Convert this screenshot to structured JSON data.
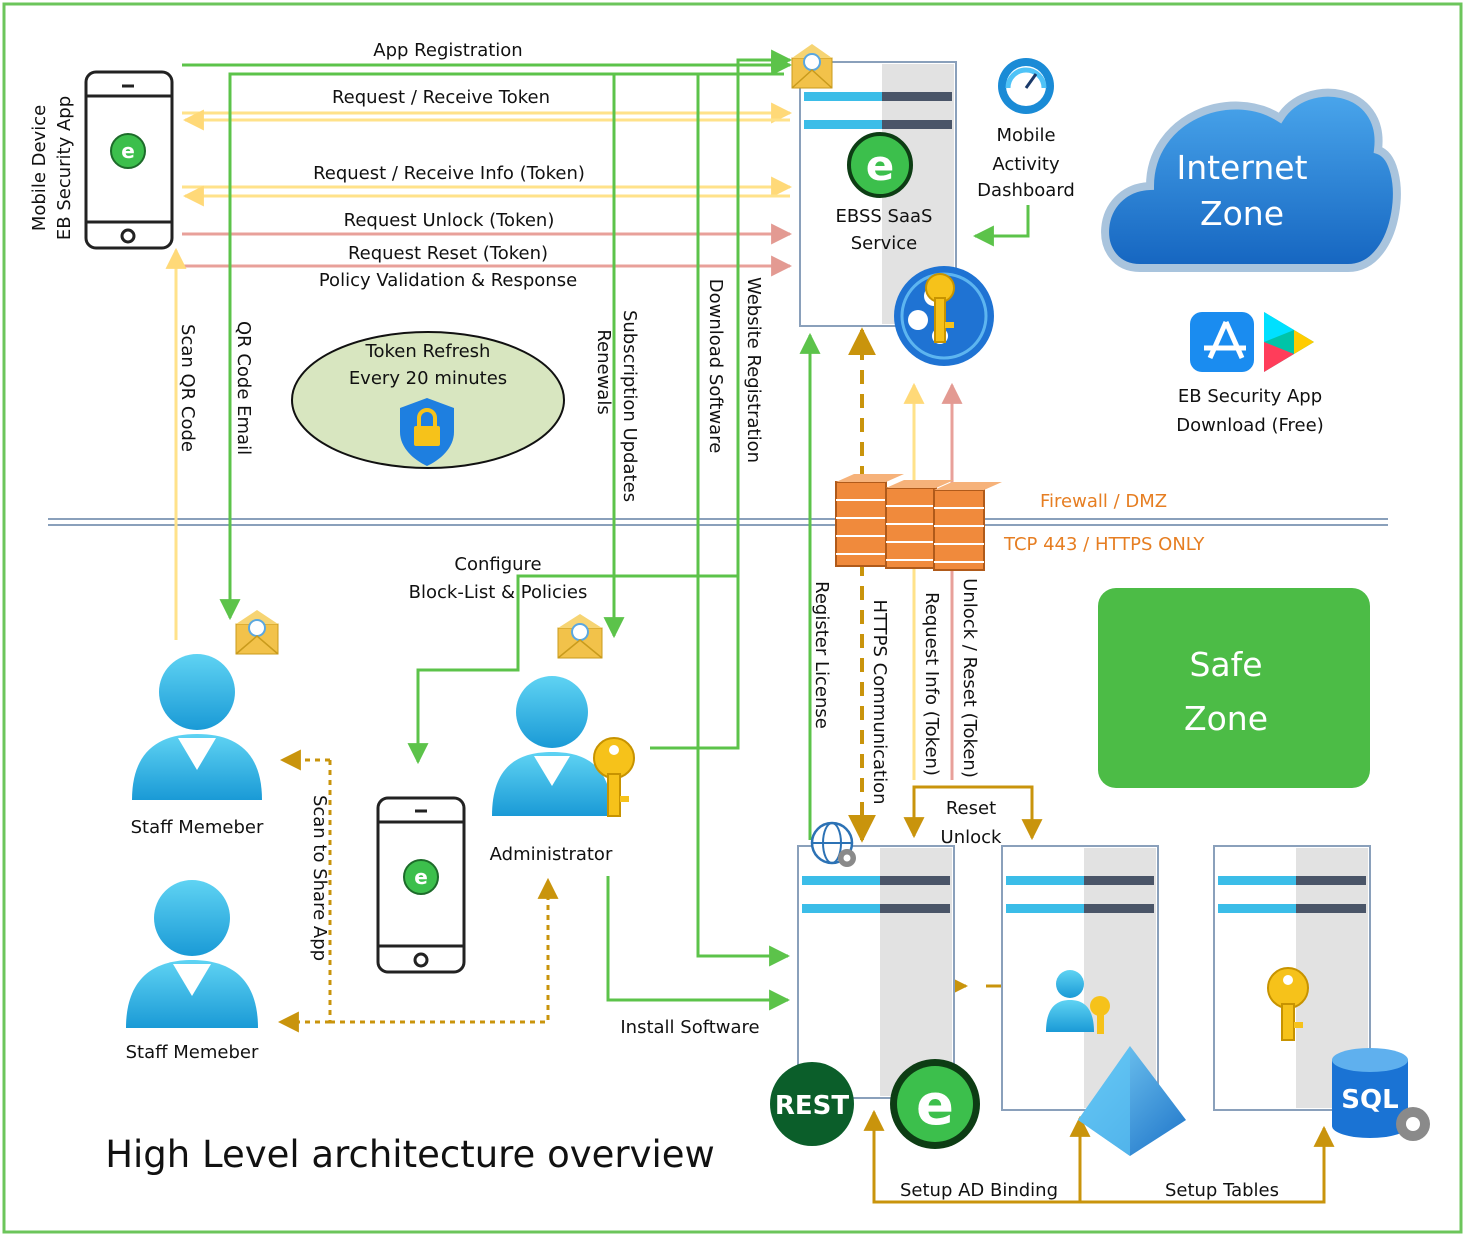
{
  "diagram_title": "High Level architecture overview",
  "colors": {
    "green": "#5cc34a",
    "yellow": "#ffe28a",
    "red": "#e8a09a",
    "gold": "#c9940c",
    "cloud": "#1b82d8",
    "safe_zone": "#4cbc46",
    "firewall": "#f08a3c",
    "orange_text": "#e67e22"
  },
  "nodes": {
    "mobile_device": {
      "line1": "Mobile Device",
      "line2": "EB Security App"
    },
    "ebss": {
      "line1": "EBSS SaaS",
      "line2": "Service"
    },
    "dashboard": {
      "line1": "Mobile",
      "line2": "Activity",
      "line3": "Dashboard"
    },
    "internet_zone": {
      "line1": "Internet",
      "line2": "Zone"
    },
    "app_download": {
      "line1": "EB Security App",
      "line2": "Download (Free)"
    },
    "token_refresh": {
      "line1": "Token Refresh",
      "line2": "Every 20 minutes"
    },
    "safe_zone": {
      "line1": "Safe",
      "line2": "Zone"
    },
    "staff1": "Staff Memeber",
    "staff2": "Staff Memeber",
    "administrator": "Administrator",
    "rest": "REST",
    "sql": "SQL"
  },
  "flows": {
    "app_registration": "App Registration",
    "request_receive_token": "Request / Receive Token",
    "request_receive_info": "Request / Receive Info (Token)",
    "request_unlock": "Request Unlock (Token)",
    "request_reset": "Request Reset (Token)",
    "policy_validation": "Policy Validation & Response",
    "scan_qr_code": "Scan QR Code",
    "qr_code_email": "QR Code Email",
    "subscription_updates": "Subscription Updates",
    "renewals": "Renewals",
    "download_software": "Download Software",
    "website_registration": "Website Registration",
    "configure": "Configure",
    "block_list_policies": "Block-List & Policies",
    "scan_to_share": "Scan to Share App",
    "install_software": "Install Software",
    "register_license": "Register License",
    "https_communication": "HTTPS Communication",
    "request_info_token": "Request Info (Token)",
    "unlock_reset_token": "Unlock / Reset (Token)",
    "reset": "Reset",
    "unlock": "Unlock",
    "setup_ad_binding": "Setup AD Binding",
    "setup_tables": "Setup Tables"
  },
  "firewall": {
    "label": "Firewall / DMZ",
    "protocol": "TCP 443 / HTTPS ONLY"
  }
}
